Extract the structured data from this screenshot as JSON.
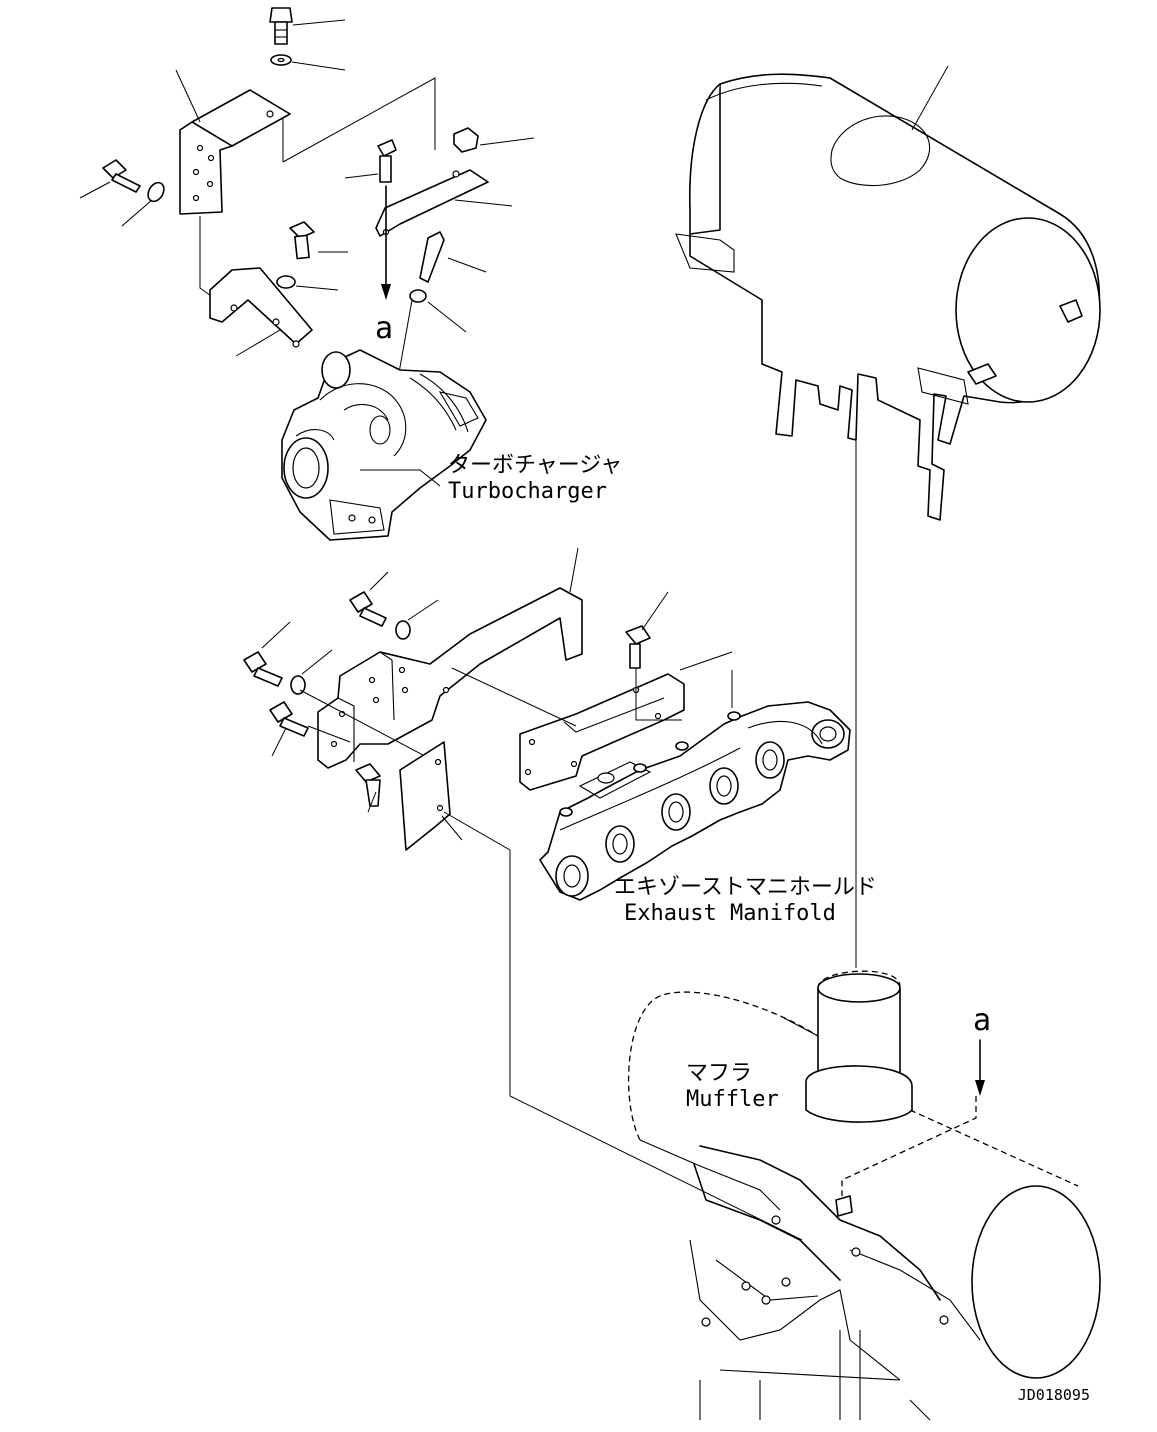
{
  "labels": {
    "turbocharger_jp": "ターボチャージャ",
    "turbocharger_en": "Turbocharger",
    "manifold_jp": "エキゾーストマニホールド",
    "manifold_en": "Exhaust Manifold",
    "muffler_jp": "マフラ",
    "muffler_en": "Muffler",
    "view_marker_a": "a",
    "view_marker_b": "a",
    "drawing_number": "JD018095"
  }
}
